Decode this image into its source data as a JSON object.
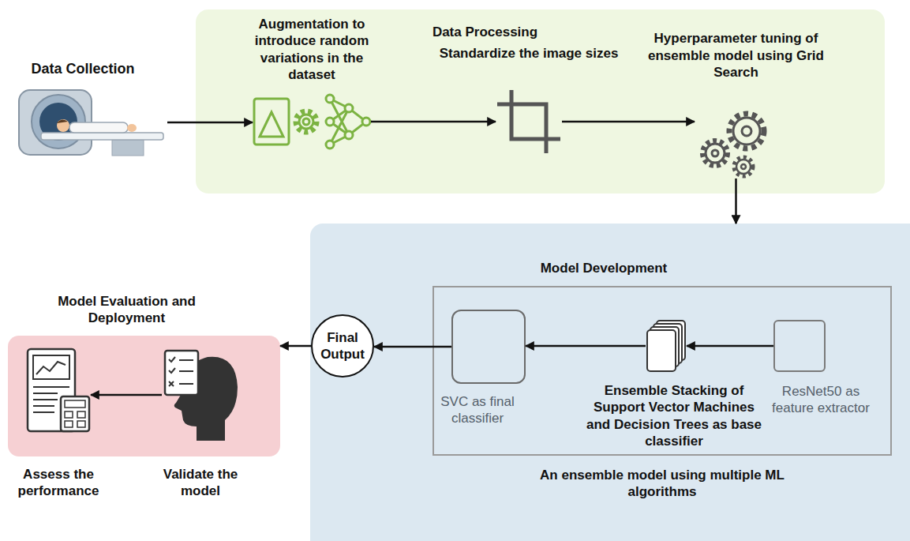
{
  "diagram": {
    "nodes": [
      {
        "text": [
          "Data Collection"
        ]
      },
      {
        "text": [
          "Data Processing"
        ]
      },
      {
        "text": [
          "Augmentation to introduce random variations in the dataset"
        ],
        "in": 1
      },
      {
        "text": [
          "Standardize the image sizes"
        ],
        "in": 1
      },
      {
        "text": [
          "Hyperparameter tuning of ensemble model using Grid Search"
        ],
        "in": 1
      },
      {
        "text": [
          "Model Development"
        ]
      },
      {
        "text": [
          "An ensemble model using multiple ML algorithms"
        ],
        "in": 5
      },
      {
        "text": [
          "ResNet50 as feature extractor"
        ],
        "in": 6
      },
      {
        "text": [
          "Ensemble Stacking of Support Vector Machines and Decision Trees as base classifier"
        ],
        "in": 6
      },
      {
        "text": [
          "SVC as final classifier"
        ],
        "in": 6
      },
      {
        "text": [
          "Final Output"
        ]
      },
      {
        "text": [
          "Model Evaluation and Deployment"
        ]
      },
      {
        "text": [
          "Validate the model"
        ],
        "in": 11
      },
      {
        "text": [
          "Assess the performance"
        ],
        "in": 11
      }
    ],
    "edges": [
      {
        "from": 0,
        "to": 2,
        "arrow": "to"
      },
      {
        "from": 2,
        "to": 3,
        "arrow": "to"
      },
      {
        "from": 3,
        "to": 4,
        "arrow": "to"
      },
      {
        "from": 4,
        "to": 5,
        "arrow": "to"
      },
      {
        "from": 7,
        "to": 8,
        "arrow": "to"
      },
      {
        "from": 8,
        "to": 9,
        "arrow": "to"
      },
      {
        "from": 9,
        "to": 10,
        "arrow": "to"
      },
      {
        "from": 10,
        "to": 11,
        "arrow": "to"
      },
      {
        "from": 12,
        "to": 13,
        "arrow": "to"
      }
    ]
  }
}
